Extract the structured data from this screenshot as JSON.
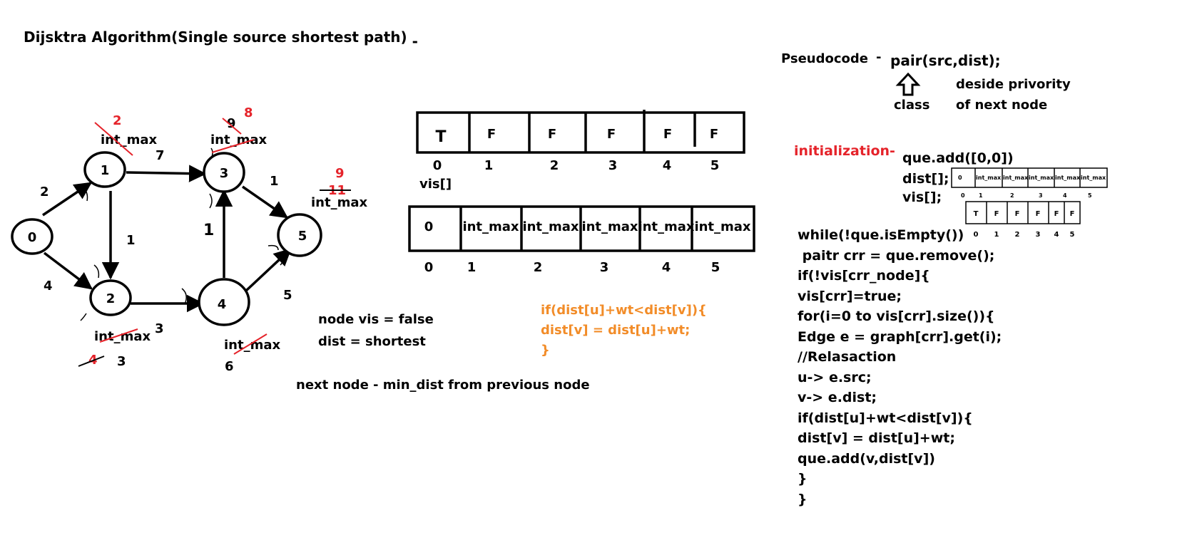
{
  "title": "Dijsktra Algorithm(Single source shortest path)",
  "title_dash": "-",
  "graph": {
    "nodes": [
      {
        "id": "0",
        "label": "0"
      },
      {
        "id": "1",
        "label": "1"
      },
      {
        "id": "2",
        "label": "2"
      },
      {
        "id": "3",
        "label": "3"
      },
      {
        "id": "4",
        "label": "4"
      },
      {
        "id": "5",
        "label": "5"
      }
    ],
    "edges": [
      {
        "from": "0",
        "to": "1",
        "weight": "2"
      },
      {
        "from": "0",
        "to": "2",
        "weight": "4"
      },
      {
        "from": "1",
        "to": "3",
        "weight": "7"
      },
      {
        "from": "1",
        "to": "2",
        "weight": "1"
      },
      {
        "from": "2",
        "to": "4",
        "weight": "3"
      },
      {
        "from": "4",
        "to": "3",
        "weight": "1"
      },
      {
        "from": "3",
        "to": "5",
        "weight": "1"
      },
      {
        "from": "4",
        "to": "5",
        "weight": "5"
      }
    ],
    "node_annotations": {
      "n1": {
        "struck": "int_max",
        "updated": "2"
      },
      "n3": {
        "struck": "int_max",
        "first_update": "9",
        "updated": "8"
      },
      "n5": {
        "label": "int_max",
        "struck": "11",
        "updated": "9"
      },
      "n2": {
        "struck": "int_max",
        "first_update": "4",
        "updated": "3"
      },
      "n4": {
        "struck": "int_max",
        "updated": "6"
      }
    }
  },
  "vis_array": {
    "name": "vis[]",
    "cells": [
      "T",
      "F",
      "F",
      "F",
      "F",
      "F"
    ],
    "indices": [
      "0",
      "1",
      "2",
      "3",
      "4",
      "5"
    ]
  },
  "dist_array": {
    "cells": [
      "0",
      "int_max",
      "int_max",
      "int_max",
      "int_max",
      "int_max"
    ],
    "indices": [
      "0",
      "1",
      "2",
      "3",
      "4",
      "5"
    ]
  },
  "notes": {
    "node_vis": "node vis = false",
    "dist": "dist = shortest",
    "next_node": "next node - min_dist from previous node"
  },
  "condition": {
    "line1": "if(dist[u]+wt<dist[v]){",
    "line2": "dist[v] = dist[u]+wt;",
    "line3": "}"
  },
  "pseudocode": {
    "label": "Pseudocode",
    "dash": "-",
    "pair": "pair(src,dist);",
    "class_label": "class",
    "decide1": "deside privority",
    "decide2": "of next node",
    "init_label": "initialization-",
    "que_add": "que.add([0,0])",
    "dist_decl": "dist[];",
    "vis_decl": "vis[];",
    "mini_dist": {
      "cells": [
        "0",
        "int_max",
        "int_max",
        "int_max",
        "int_max",
        "int_max"
      ],
      "indices": [
        "0",
        "1",
        "2",
        "3",
        "4",
        "5"
      ]
    },
    "mini_vis": {
      "cells": [
        "T",
        "F",
        "F",
        "F",
        "F",
        "F"
      ],
      "indices": [
        "0",
        "1",
        "2",
        "3",
        "4",
        "5"
      ]
    },
    "code_lines": [
      "while(!que.isEmpty())",
      " paitr crr = que.remove();",
      "if(!vis[crr_node]{",
      "vis[crr]=true;",
      "for(i=0 to vis[crr].size()){",
      "Edge e = graph[crr].get(i);",
      "//Relasaction",
      "u-> e.src;",
      "v-> e.dist;",
      "if(dist[u]+wt<dist[v]){",
      "dist[v] = dist[u]+wt;",
      "que.add(v,dist[v])",
      "}",
      "}"
    ]
  },
  "colors": {
    "ink": "#000000",
    "red": "#e5232a",
    "orange": "#f28c28",
    "background": "#ffffff"
  }
}
